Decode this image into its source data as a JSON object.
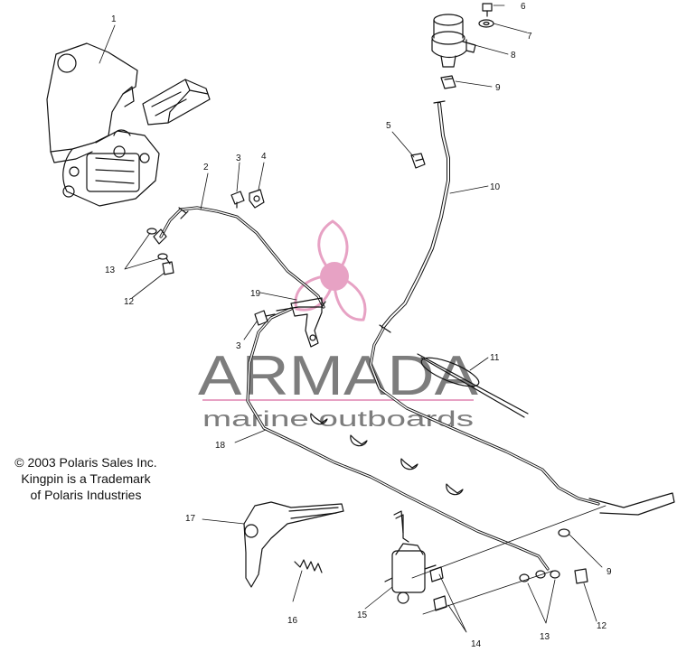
{
  "callouts": [
    {
      "id": "c1",
      "label": "1"
    },
    {
      "id": "c2",
      "label": "2"
    },
    {
      "id": "c3a",
      "label": "3"
    },
    {
      "id": "c3b",
      "label": "3"
    },
    {
      "id": "c4",
      "label": "4"
    },
    {
      "id": "c5",
      "label": "5"
    },
    {
      "id": "c6",
      "label": "6"
    },
    {
      "id": "c7",
      "label": "7"
    },
    {
      "id": "c8",
      "label": "8"
    },
    {
      "id": "c9a",
      "label": "9"
    },
    {
      "id": "c9b",
      "label": "9"
    },
    {
      "id": "c10",
      "label": "10"
    },
    {
      "id": "c11",
      "label": "11"
    },
    {
      "id": "c12a",
      "label": "12"
    },
    {
      "id": "c12b",
      "label": "12"
    },
    {
      "id": "c13a",
      "label": "13"
    },
    {
      "id": "c13b",
      "label": "13"
    },
    {
      "id": "c14",
      "label": "14"
    },
    {
      "id": "c15",
      "label": "15"
    },
    {
      "id": "c16",
      "label": "16"
    },
    {
      "id": "c17",
      "label": "17"
    },
    {
      "id": "c18",
      "label": "18"
    },
    {
      "id": "c19",
      "label": "19"
    }
  ],
  "watermark": {
    "brand": "ARMADA",
    "tagline": "marine outboards"
  },
  "copyright": {
    "line1": "© 2003 Polaris Sales Inc.",
    "line2": "Kingpin is a Trademark",
    "line3": "of Polaris Industries"
  },
  "colors": {
    "ink": "#111111",
    "watermark_gray": "#7d7d7d",
    "watermark_pink": "#e7a2c4"
  }
}
